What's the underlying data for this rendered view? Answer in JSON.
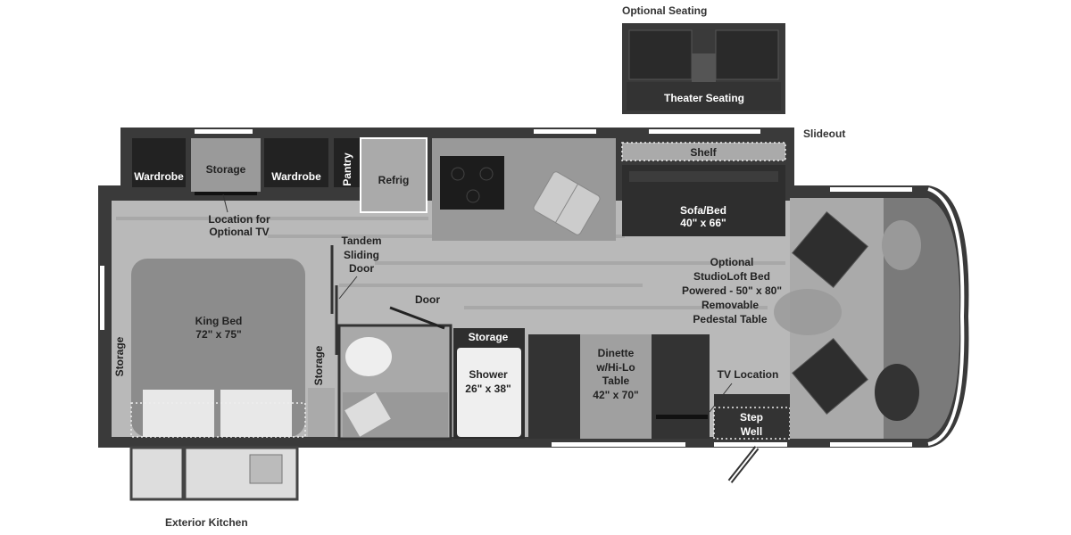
{
  "title_labels": {
    "optional_seating": "Optional Seating",
    "theater_seating": "Theater Seating",
    "slideout": "Slideout",
    "exterior_kitchen": "Exterior Kitchen"
  },
  "rooms": {
    "wardrobe_1": "Wardrobe",
    "storage_top": "Storage",
    "wardrobe_2": "Wardrobe",
    "pantry": "Pantry",
    "refrig": "Refrig",
    "shelf": "Shelf",
    "sofa_bed": [
      "Sofa/Bed",
      "40\" x 66\""
    ],
    "location_tv": [
      "Location for",
      "Optional TV"
    ],
    "tandem_door": [
      "Tandem",
      "Sliding",
      "Door"
    ],
    "door": "Door",
    "king_bed": [
      "King Bed",
      "72\" x 75\""
    ],
    "storage_left": "Storage",
    "storage_mid": "Storage",
    "storage_bath": "Storage",
    "shower": [
      "Shower",
      "26\" x 38\""
    ],
    "dinette": [
      "Dinette",
      "w/Hi-Lo",
      "Table",
      "42\" x 70\""
    ],
    "studioloft": [
      "Optional",
      "StudioLoft Bed",
      "Powered - 50\" x 80\""
    ],
    "pedestal": [
      "Removable",
      "Pedestal Table"
    ],
    "tv_location": "TV Location",
    "step_well": [
      "Step",
      "Well"
    ]
  },
  "colors": {
    "wall": "#3a3a3a",
    "floor": "#b9b9b9",
    "cabinet": "#9a9a9a",
    "furniture_dark": "#2e2e2e",
    "bed": "#8c8c8c"
  }
}
